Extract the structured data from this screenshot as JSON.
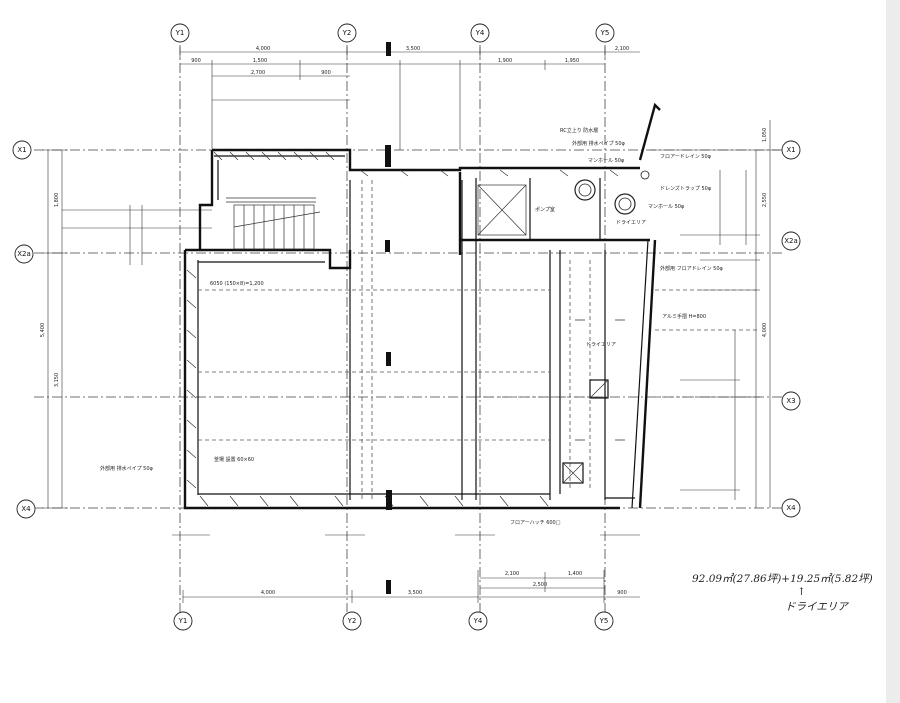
{
  "grid_axes": {
    "columns": [
      "Y1",
      "Y2",
      "Y4",
      "Y5"
    ],
    "rows": [
      "X1",
      "X2a",
      "X3",
      "X4"
    ]
  },
  "dimensions": {
    "top_overall": [
      "4,000",
      "3,500",
      "2,100"
    ],
    "top_sub": [
      "900",
      "1,500",
      "1,900",
      "1,950"
    ],
    "top_inner": [
      "2,700",
      "900"
    ],
    "bottom": [
      "4,000",
      "3,500",
      "900"
    ],
    "bottom_inner": [
      "2,100",
      "1,400",
      "2,500"
    ],
    "left_outer": [
      "5,400"
    ],
    "left_sub": [
      "1,800",
      "3,150"
    ],
    "right": [
      "1,050",
      "2,550",
      "4,000"
    ]
  },
  "room_labels": {
    "pump": "ポンプ室",
    "dry_area": "ドライエリア",
    "dry_area_2": "ドライエリア",
    "manhole_1": "マンホール 50φ",
    "manhole_2": "マンホール 50φ",
    "floor_drain_1": "フロアードレイン 50φ",
    "floor_drain_2": "外部用 フロアドレイン 50φ",
    "rc_wall": "RC立上り 防水層",
    "pipe_1": "外部用 排水ペイプ 50φ",
    "pipe_2": "外部用 排水ペイプ 50φ",
    "sump": "釜場 設置 60×60",
    "alum": "アルミ手摺 H=800",
    "floor_hatch": "フロアーハッチ 600□",
    "trap": "ドレンズトラップ 50φ",
    "stairs_note": "6050 (150×8)=1,200"
  },
  "handwritten": {
    "area": "92.09㎡(27.86坪)+19.25㎡(5.82坪)",
    "arrow": "↑",
    "caption": "ドライエリア"
  }
}
